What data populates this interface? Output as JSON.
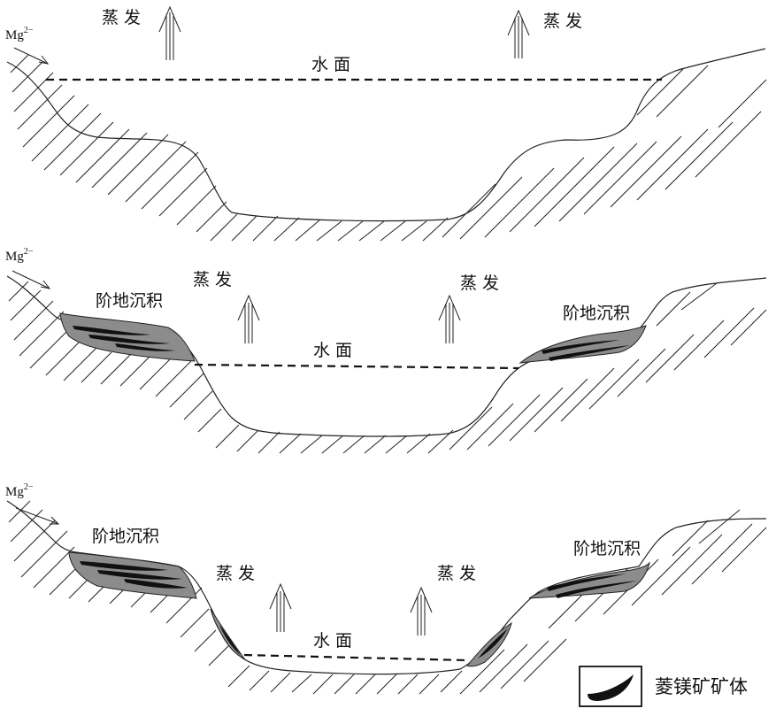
{
  "panels": [
    {
      "mg_base": "Mg",
      "mg_charge": "2−",
      "evaporation_left": "蒸 发",
      "evaporation_right": "蒸 发",
      "water_surface": "水  面"
    },
    {
      "mg_base": "Mg",
      "mg_charge": "2−",
      "evaporation_left": "蒸 发",
      "evaporation_right": "蒸 发",
      "water_surface": "水  面",
      "terrace_left": "阶地沉积",
      "terrace_right": "阶地沉积"
    },
    {
      "mg_base": "Mg",
      "mg_charge": "2−",
      "evaporation_left": "蒸 发",
      "evaporation_right": "蒸 发",
      "water_surface": "水  面",
      "terrace_left": "阶地沉积",
      "terrace_right": "阶地沉积"
    }
  ],
  "legend": {
    "label": "菱镁矿矿体",
    "icon": "magnesite-orebody-icon"
  }
}
